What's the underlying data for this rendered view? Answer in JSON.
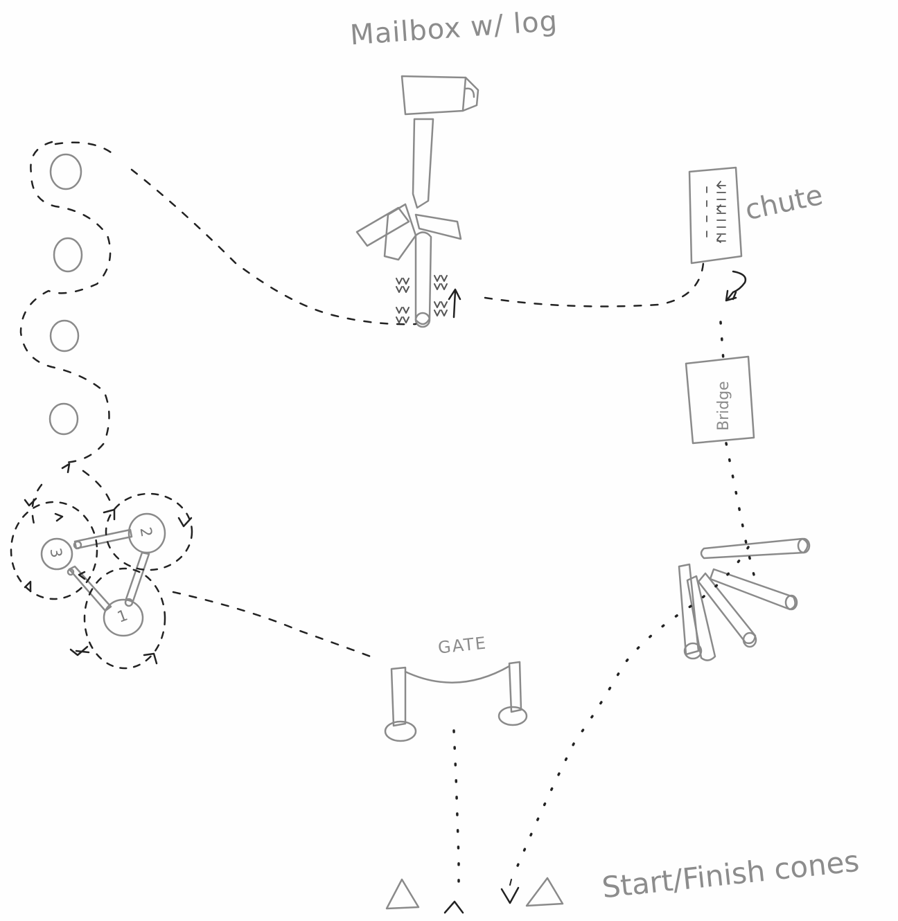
{
  "labels": {
    "mailbox": "Mailbox w/ log",
    "chute": "chute",
    "bridge": "Bridge",
    "gate": "GATE",
    "start_finish": "Start/Finish cones"
  },
  "triangle_numbers": [
    "1",
    "2",
    "3"
  ],
  "colors": {
    "pencil": "#8a8a8a",
    "dark_line": "#222222",
    "paper": "#fefefe"
  }
}
